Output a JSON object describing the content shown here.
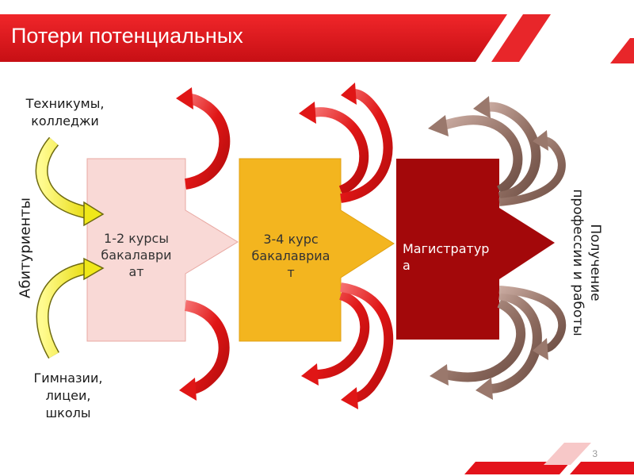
{
  "slide": {
    "title": "Потери потенциальных",
    "number": "3"
  },
  "labels": {
    "source_top": "Техникумы, колледжи",
    "source_bottom": "Гимназии, лицеи, школы",
    "left_vertical": "Абитуриенты",
    "right_vertical": "Получение профессии и работы"
  },
  "stages": [
    {
      "label": "1-2 курсы бакалавриат",
      "line1": "1-2 курсы",
      "line2": "бакалаври",
      "line3": "ат",
      "fill": "#f9d9d6",
      "text_color": "#333333"
    },
    {
      "label": "3-4 курс бакалавриат",
      "line1": "3-4 курс",
      "line2": "бакалавриа",
      "line3": "т",
      "fill": "#f3b51f",
      "text_color": "#333333"
    },
    {
      "label": "Магистратура",
      "line1": "Магистратур",
      "line2": "а",
      "fill": "#a3080a",
      "text_color": "#ffffff"
    }
  ],
  "colors": {
    "accent": "#e3131b",
    "inflow_arrow": "#f0e81a",
    "loss_arrow": "#e01616",
    "outcome_arrow": "#8c6a5e"
  }
}
